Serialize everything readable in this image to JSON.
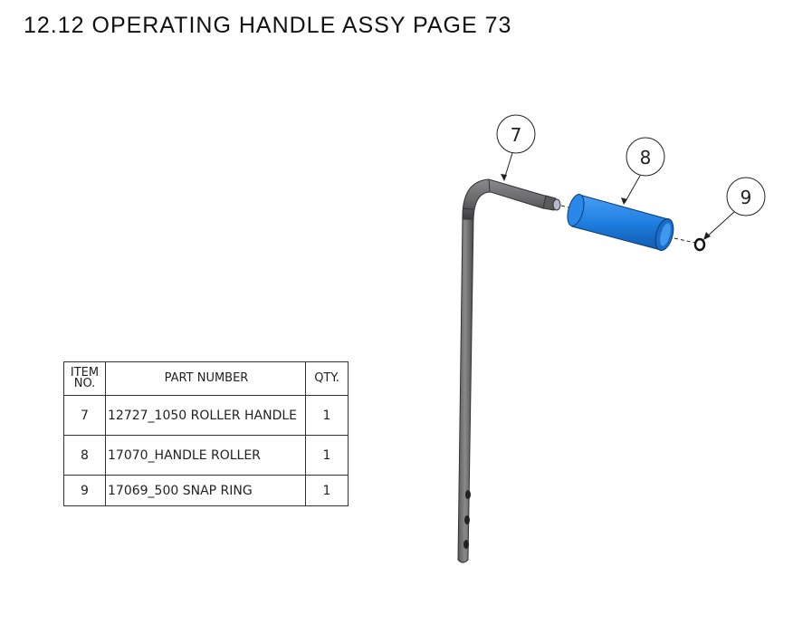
{
  "title": "12.12 OPERATING HANDLE ASSY PAGE 73",
  "bom": {
    "headers": {
      "item_line1": "ITEM",
      "item_line2": "NO.",
      "part": "PART NUMBER",
      "qty": "QTY."
    },
    "rows": [
      {
        "item": "7",
        "part": "12727_1050 ROLLER HANDLE",
        "qty": "1"
      },
      {
        "item": "8",
        "part": "17070_HANDLE ROLLER",
        "qty": "1"
      },
      {
        "item": "9",
        "part": "17069_500 SNAP RING",
        "qty": "1"
      }
    ]
  },
  "balloons": [
    "7",
    "8",
    "9"
  ],
  "colors": {
    "roller": "#1f7fe0",
    "handle": "#6b6b6e"
  }
}
